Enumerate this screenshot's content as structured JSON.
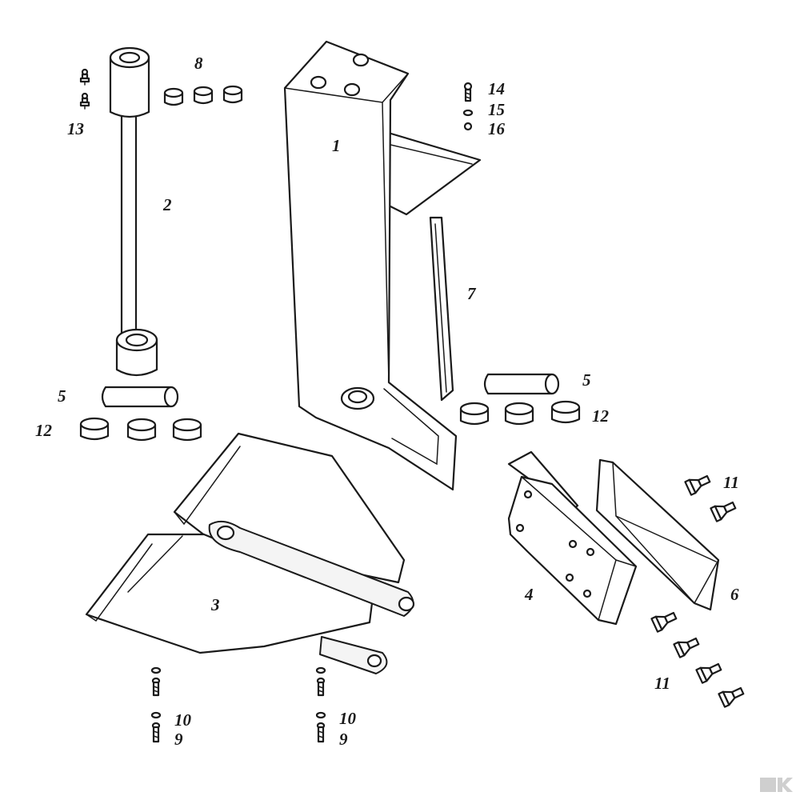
{
  "callouts": {
    "c1": "1",
    "c2": "2",
    "c3": "3",
    "c4": "4",
    "c5a": "5",
    "c5b": "5",
    "c6": "6",
    "c7": "7",
    "c8": "8",
    "c9a": "9",
    "c9b": "9",
    "c10a": "10",
    "c10b": "10",
    "c11a": "11",
    "c11b": "11",
    "c12a": "12",
    "c12b": "12",
    "c13": "13",
    "c14": "14",
    "c15": "15",
    "c16": "16"
  },
  "colors": {
    "line": "#1a1a1a",
    "background": "#ffffff",
    "watermark": "#cfcfcf"
  }
}
